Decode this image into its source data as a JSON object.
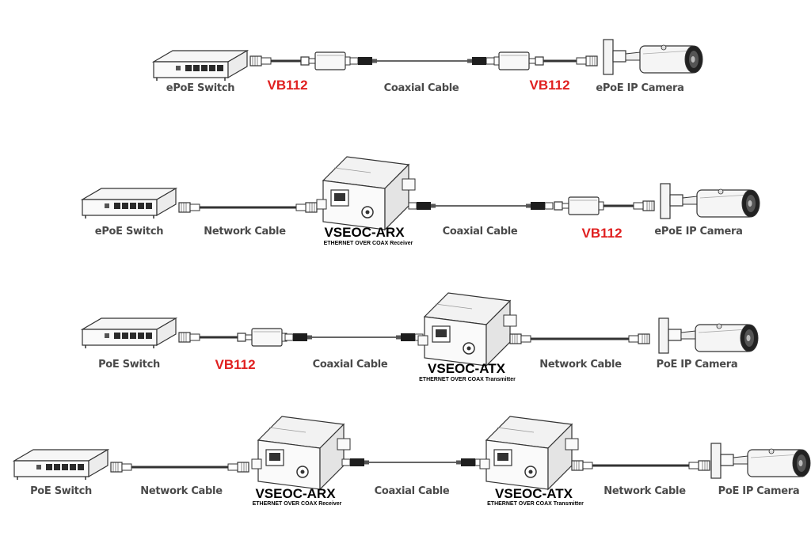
{
  "row1": {
    "switch": "ePoE Switch",
    "adapter_left": "VB112",
    "cable": "Coaxial Cable",
    "adapter_right": "VB112",
    "camera": "ePoE IP Camera"
  },
  "row2": {
    "switch": "ePoE Switch",
    "cable_network": "Network Cable",
    "device": "VSEOC-ARX",
    "device_sub": "ETHERNET OVER COAX Receiver",
    "cable_coax": "Coaxial Cable",
    "adapter": "VB112",
    "camera": "ePoE IP Camera"
  },
  "row3": {
    "switch": "PoE Switch",
    "adapter": "VB112",
    "cable_coax": "Coaxial Cable",
    "device": "VSEOC-ATX",
    "device_sub": "ETHERNET OVER COAX Transmitter",
    "cable_network": "Network Cable",
    "camera": "PoE IP Camera"
  },
  "row4": {
    "switch": "PoE Switch",
    "cable_network_1": "Network Cable",
    "device_rx": "VSEOC-ARX",
    "device_rx_sub": "ETHERNET OVER COAX Receiver",
    "cable_coax": "Coaxial Cable",
    "device_tx": "VSEOC-ATX",
    "device_tx_sub": "ETHERNET OVER COAX Transmitter",
    "cable_network_2": "Network Cable",
    "camera": "PoE IP Camera"
  },
  "colors": {
    "line_art": "#333333",
    "label_gray": "#4a4a4a",
    "highlight_red": "#e02020"
  }
}
